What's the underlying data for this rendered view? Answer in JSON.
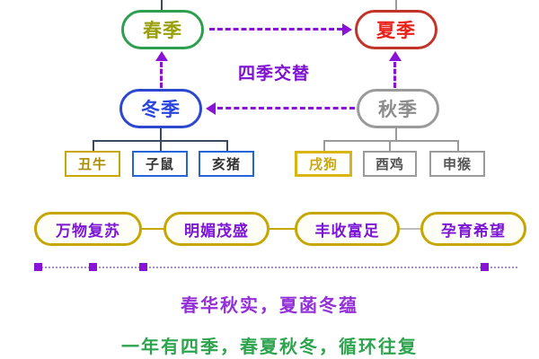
{
  "seasons": {
    "spring": "春季",
    "summer": "夏季",
    "winter": "冬季",
    "autumn": "秋季"
  },
  "cycle_caption": "四季交替",
  "zodiac": {
    "winter": [
      "丑牛",
      "子鼠",
      "亥猪"
    ],
    "autumn": [
      "戌狗",
      "酉鸡",
      "申猴"
    ]
  },
  "phrases": [
    "万物复苏",
    "明媚茂盛",
    "丰收富足",
    "孕育希望"
  ],
  "captions": {
    "line1": "春华秋实，夏菡冬蕴",
    "line2": "一年有四季，春夏秋冬，循环往复"
  },
  "colors": {
    "arrow_purple": "#8a12d8",
    "spring_border": "#2e9e4f",
    "spring_text": "#99a00a",
    "summer_red": "#e8211a",
    "winter_blue": "#2c48d0",
    "autumn_gray": "#8c8c8c",
    "gold": "#c6a602",
    "phrase_text_purple": "#7c16d6",
    "caption1_purple": "#9330d8",
    "caption2_green": "#2ea44f",
    "left_bracket": "#3b4a63",
    "right_bracket": "#9a9a9a"
  }
}
